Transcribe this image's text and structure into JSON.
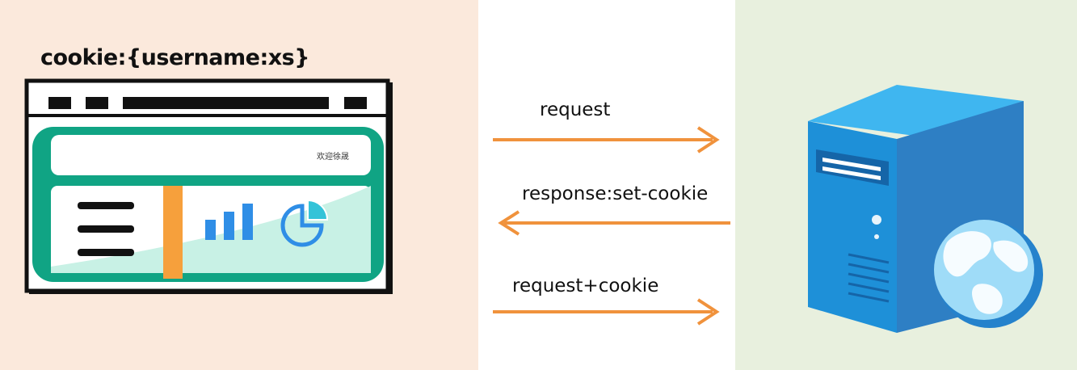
{
  "cookie_label": "cookie:{username:xs}",
  "browser": {
    "welcome_text": "欢迎徐晟"
  },
  "arrows": [
    {
      "label": "request",
      "direction": "right"
    },
    {
      "label": "response:set-cookie",
      "direction": "left"
    },
    {
      "label": "request+cookie",
      "direction": "right"
    }
  ],
  "colors": {
    "left_panel": "#fbe9dc",
    "right_panel": "#e8f0de",
    "arrow": "#f0923c",
    "frame_green": "#10a484",
    "content_mint": "#c8f1e5",
    "divider_orange": "#f6a03c",
    "chart_blue": "#2f8ee6",
    "server_blue": "#2e9be0"
  }
}
